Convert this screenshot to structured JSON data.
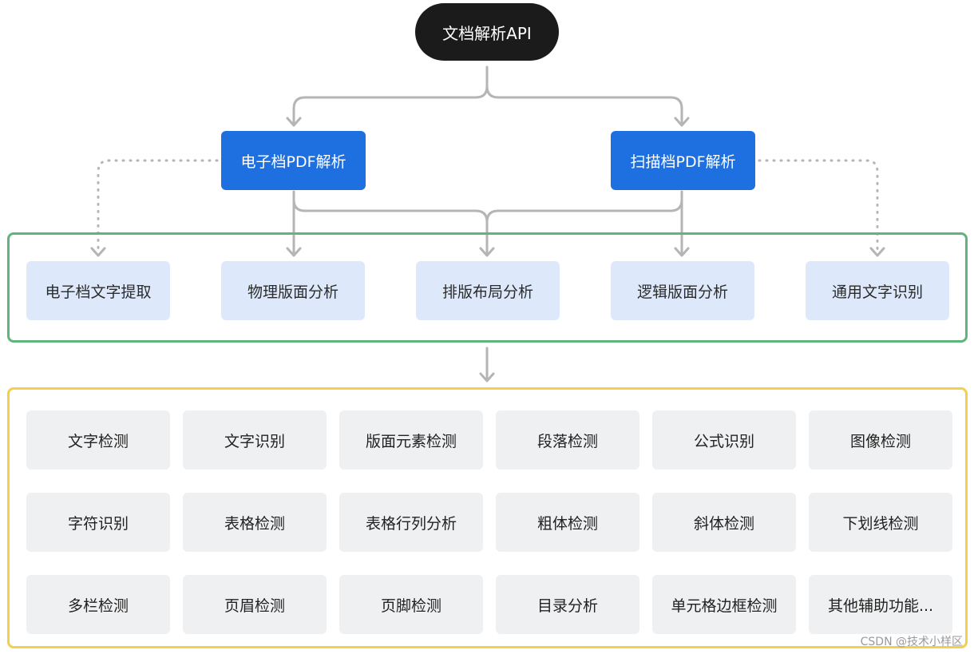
{
  "root": {
    "label": "文档解析API"
  },
  "branches": [
    {
      "label": "电子档PDF解析"
    },
    {
      "label": "扫描档PDF解析"
    }
  ],
  "modules": [
    {
      "label": "电子档文字提取"
    },
    {
      "label": "物理版面分析"
    },
    {
      "label": "排版布局分析"
    },
    {
      "label": "逻辑版面分析"
    },
    {
      "label": "通用文字识别"
    }
  ],
  "features": [
    "文字检测",
    "文字识别",
    "版面元素检测",
    "段落检测",
    "公式识别",
    "图像检测",
    "字符识别",
    "表格检测",
    "表格行列分析",
    "粗体检测",
    "斜体检测",
    "下划线检测",
    "多栏检测",
    "页眉检测",
    "页脚检测",
    "目录分析",
    "单元格边框检测",
    "其他辅助功能..."
  ],
  "watermark": "CSDN @技术小样区",
  "colors": {
    "root_bg": "#1b1b1b",
    "branch_bg": "#1e6fe0",
    "module_bg": "#dde9fb",
    "feature_bg": "#eff0f1",
    "group1_border": "#5fb57a",
    "group2_border": "#f2cf4f",
    "connector": "#b5b5b5"
  }
}
